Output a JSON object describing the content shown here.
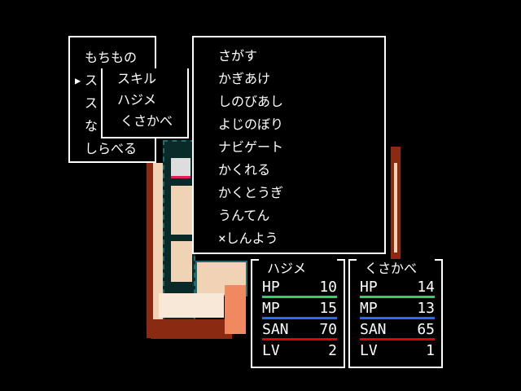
{
  "main_menu": {
    "items": [
      "もちもの",
      "ス",
      "ス",
      "な",
      "しらべる"
    ],
    "cursor": "▶"
  },
  "sub_menu": {
    "items": [
      "スキル",
      "ハジメ",
      "くさかべ"
    ]
  },
  "skill_menu": {
    "items": [
      "さがす",
      "かぎあけ",
      "しのびあし",
      "よじのぼり",
      "ナビゲート",
      "かくれる",
      "かくとうぎ",
      "うんてん",
      "×しんよう"
    ]
  },
  "party": [
    {
      "name": "ハジメ",
      "hp": {
        "label": "HP",
        "value": "10"
      },
      "mp": {
        "label": "MP",
        "value": "15"
      },
      "san": {
        "label": "SAN",
        "value": "70"
      },
      "lv": {
        "label": "LV",
        "value": "2"
      }
    },
    {
      "name": "くさかべ",
      "hp": {
        "label": "HP",
        "value": "14"
      },
      "mp": {
        "label": "MP",
        "value": "13"
      },
      "san": {
        "label": "SAN",
        "value": "65"
      },
      "lv": {
        "label": "LV",
        "value": "1"
      }
    }
  ],
  "colors": {
    "hp": "#2fd25a",
    "mp": "#1e6fff",
    "san": "#e00000",
    "wall": "#8a2a12",
    "floor": "#f0d2b4"
  }
}
